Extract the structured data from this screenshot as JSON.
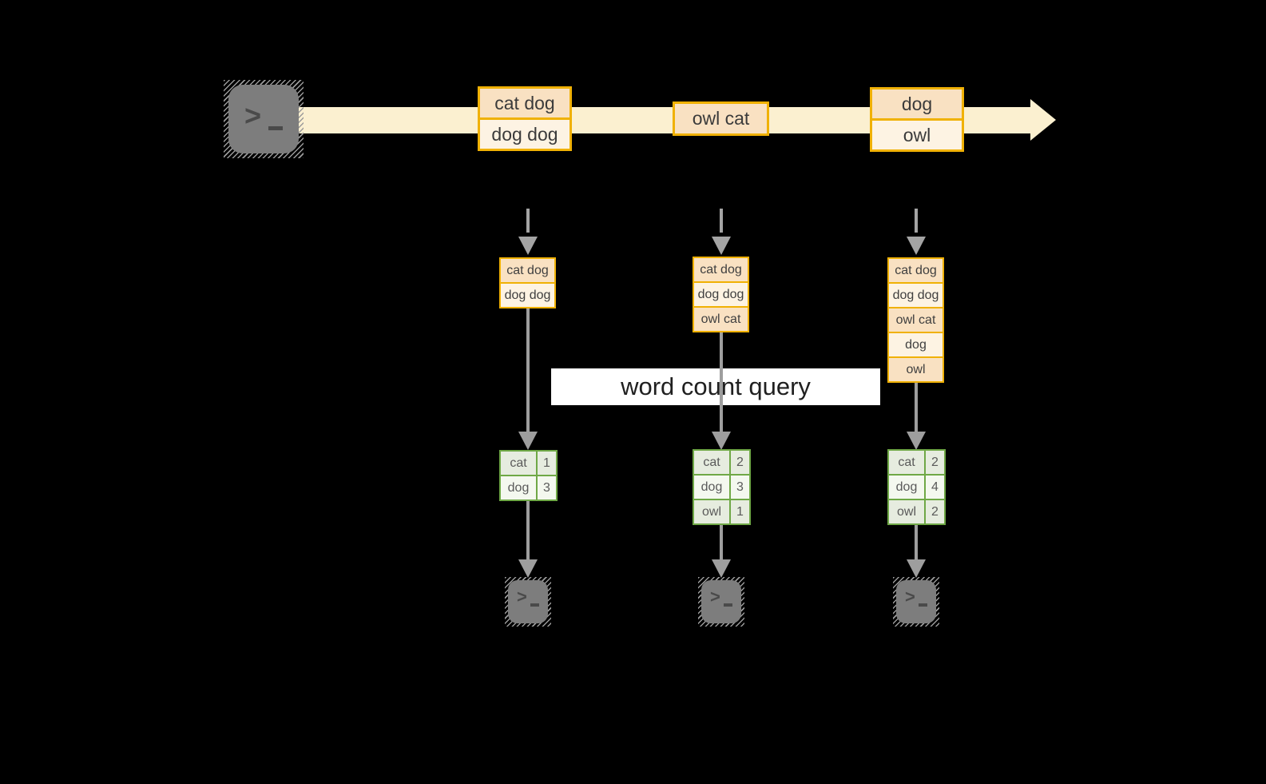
{
  "banner": {
    "label": "word count query"
  },
  "stream": {
    "source": {
      "icon": "terminal-icon"
    },
    "batches": [
      {
        "rows": [
          "cat dog",
          "dog dog"
        ]
      },
      {
        "rows": [
          "owl cat"
        ]
      },
      {
        "rows": [
          "dog",
          "owl"
        ]
      }
    ]
  },
  "workers": [
    {
      "buffer": {
        "rows": [
          "cat dog",
          "dog dog"
        ]
      },
      "counts": [
        {
          "word": "cat",
          "count": "1"
        },
        {
          "word": "dog",
          "count": "3"
        }
      ],
      "sink": {
        "icon": "terminal-icon"
      }
    },
    {
      "buffer": {
        "rows": [
          "cat dog",
          "dog dog",
          "owl cat"
        ]
      },
      "counts": [
        {
          "word": "cat",
          "count": "2"
        },
        {
          "word": "dog",
          "count": "3"
        },
        {
          "word": "owl",
          "count": "1"
        }
      ],
      "sink": {
        "icon": "terminal-icon"
      }
    },
    {
      "buffer": {
        "rows": [
          "cat dog",
          "dog dog",
          "owl cat",
          "dog",
          "owl"
        ]
      },
      "counts": [
        {
          "word": "cat",
          "count": "2"
        },
        {
          "word": "dog",
          "count": "4"
        },
        {
          "word": "owl",
          "count": "2"
        }
      ],
      "sink": {
        "icon": "terminal-icon"
      }
    }
  ],
  "colors": {
    "background": "#000000",
    "stream_band": "#fbf0d0",
    "box_border": "#f0b104",
    "box_fill_dark": "#f9e1c2",
    "box_fill_light": "#fdf3e3",
    "table_border": "#6fa846",
    "table_fill_dark": "#e6ecdf",
    "table_fill_light": "#f4f8ef",
    "arrow_gray": "#9e9e9e",
    "text_dark": "#3b3b3b",
    "text_table": "#5a5a5a"
  }
}
